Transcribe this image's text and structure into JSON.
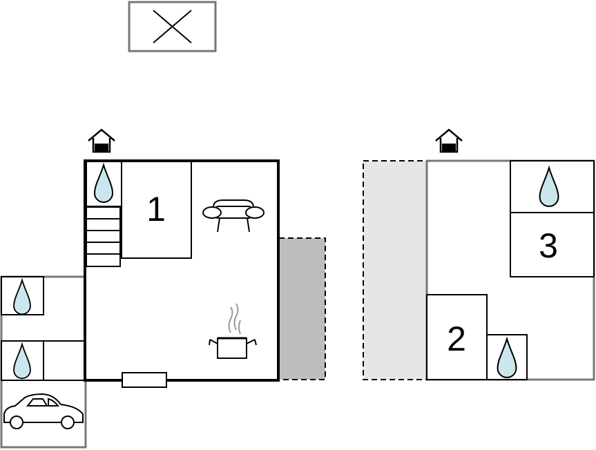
{
  "rooms": {
    "bedroom_1": {
      "label": "1"
    },
    "bedroom_2": {
      "label": "2"
    },
    "bedroom_3": {
      "label": "3"
    }
  },
  "icons": {
    "compass_marker": "close-x-icon",
    "entrance_ground": "house-entrance-icon",
    "entrance_upper": "house-entrance-icon",
    "bathroom": "water-drop-icon",
    "sofa": "sofa-icon",
    "kitchen": "cooking-pot-icon",
    "stairs": "stairs-icon",
    "garage": "car-icon"
  },
  "colors": {
    "wall": "#000000",
    "outline_gray": "#777777",
    "water_fill": "#cce6ee",
    "terrace_dark": "#bdbdbd",
    "terrace_light": "#e6e6e6"
  }
}
